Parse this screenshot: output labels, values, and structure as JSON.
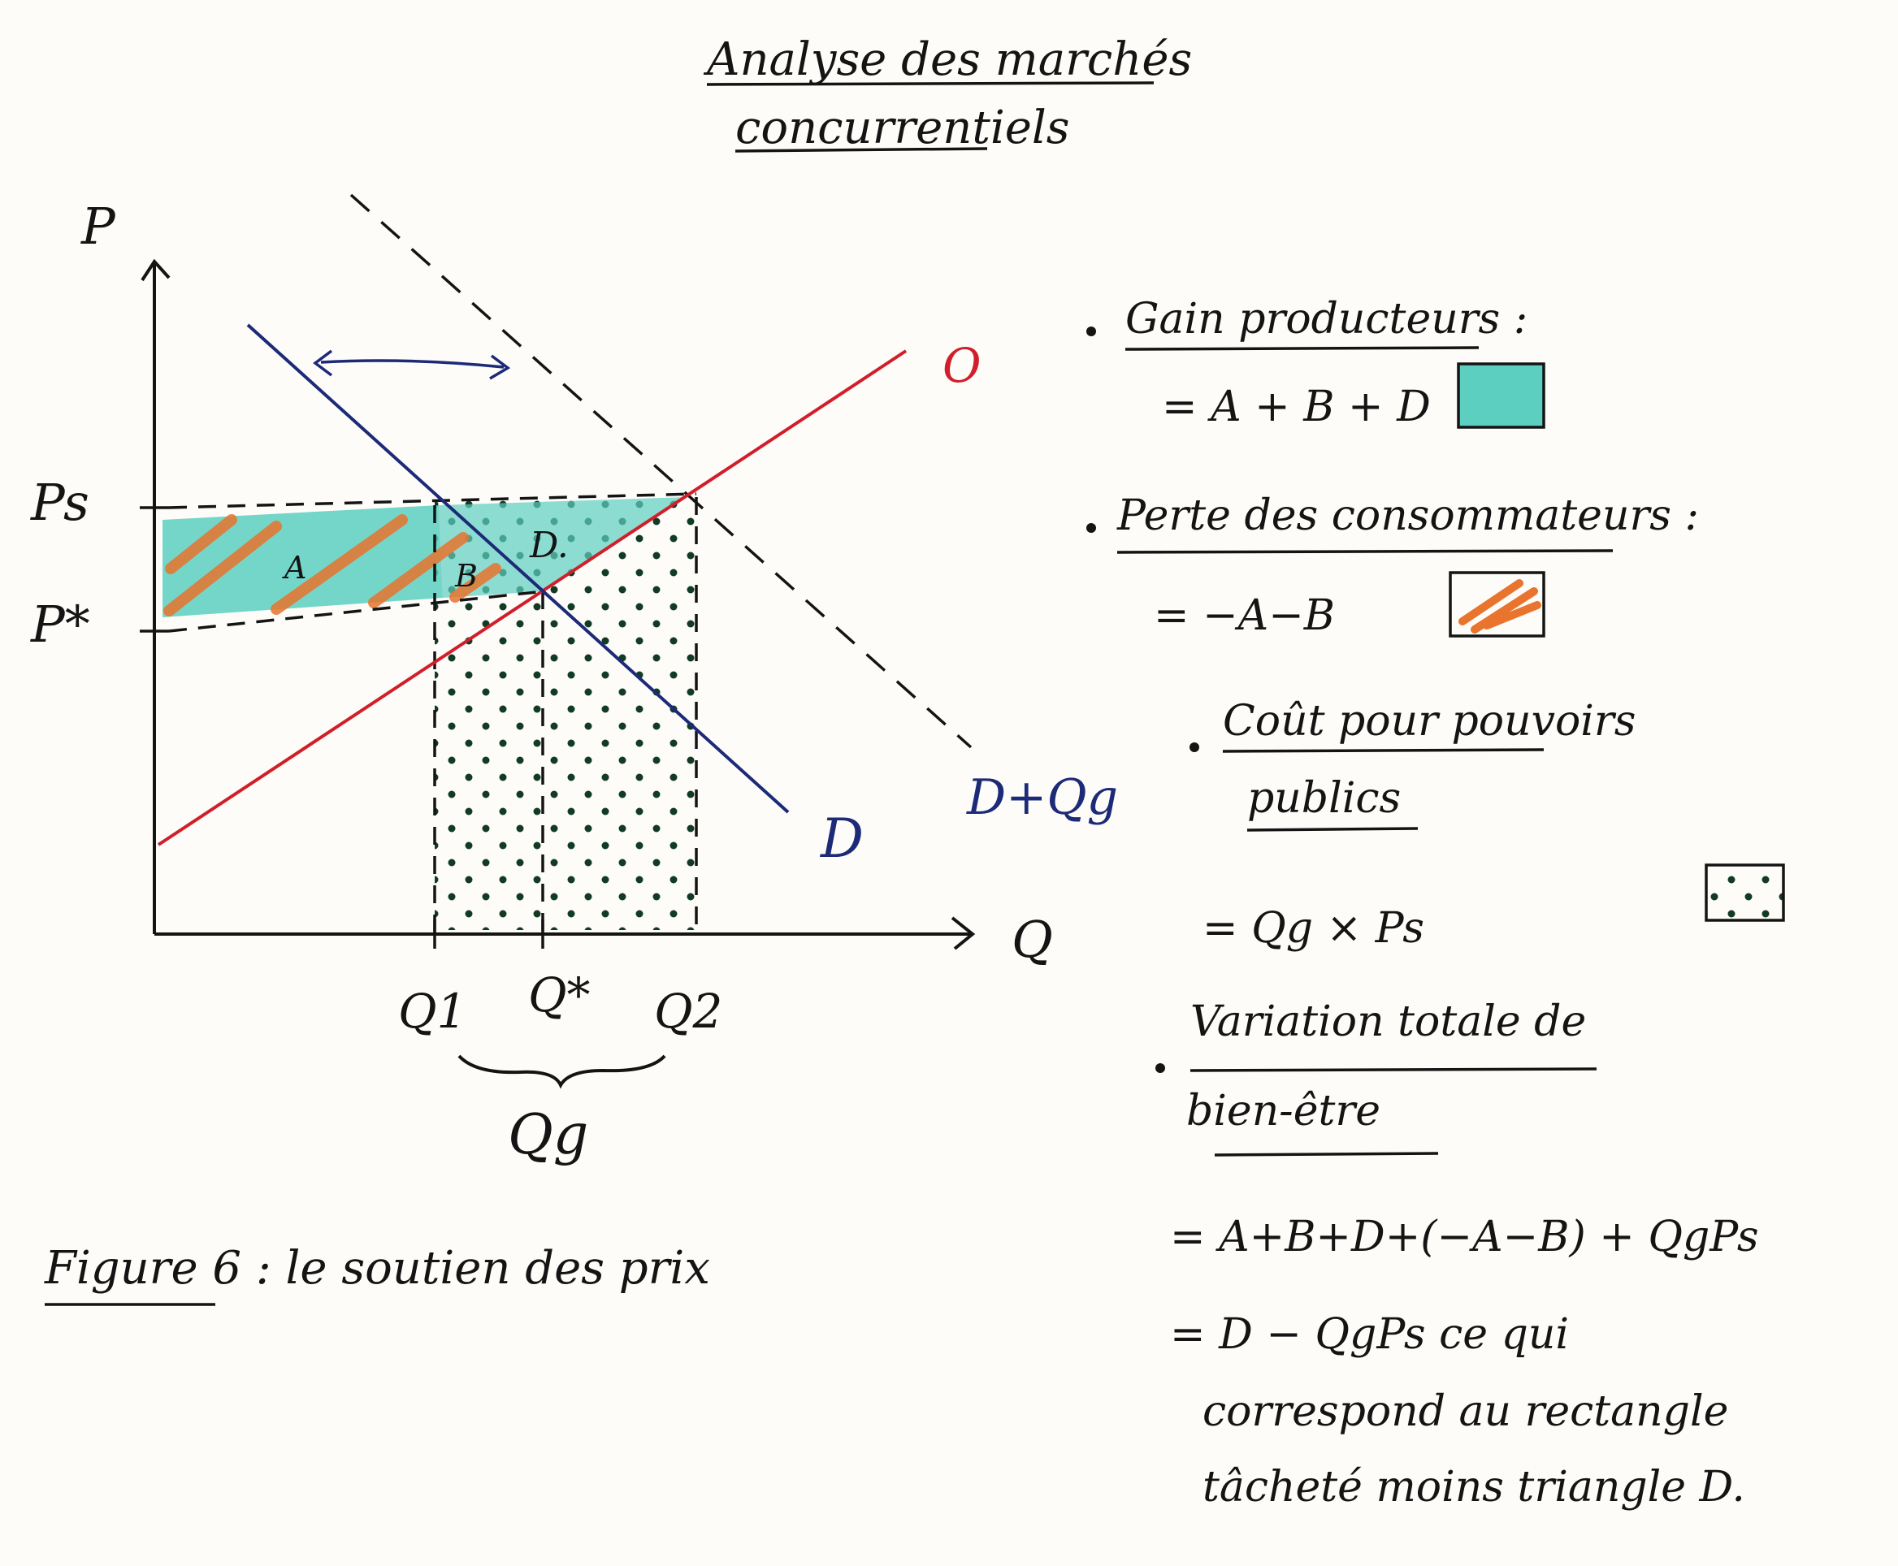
{
  "title": {
    "line1": "Analyse des marchés",
    "line2": "concurrentiels"
  },
  "axes": {
    "y_label": "P",
    "x_label": "Q",
    "price_support_label": "Ps",
    "equilibrium_price_label": "P*",
    "q1_label": "Q1",
    "qstar_label": "Q*",
    "q2_label": "Q2",
    "qg_label": "Qg"
  },
  "curves": {
    "supply_label": "O",
    "demand_label": "D",
    "shifted_demand_label": "D+Qg"
  },
  "areas": {
    "a_label": "A",
    "b_label": "B",
    "d_label": "D."
  },
  "colors": {
    "demand": "#1c2a78",
    "supply": "#d01f2a",
    "producer_gain_fill": "#5ccfc0",
    "consumer_loss_hatch": "#e8742e",
    "public_cost_dots": "#123b24"
  },
  "caption": "Figure 6 : le soutien des prix",
  "legend": {
    "producer": {
      "heading": "Gain producteurs :",
      "formula": "= A + B + D",
      "swatch": "teal-filled-box"
    },
    "consumer": {
      "heading": "Perte des consommateurs :",
      "formula": "= −A−B",
      "swatch": "orange-hatched-box"
    },
    "public": {
      "heading_line1": "Coût pour pouvoirs",
      "heading_line2": "publics",
      "formula": "= Qg × Ps",
      "swatch": "dotted-box"
    },
    "total": {
      "heading_line1": "Variation totale de",
      "heading_line2": "bien-être",
      "formula1": "= A+B+D+(−A−B) + QgPs",
      "formula2": "= D − QgPs ce qui",
      "explanation1": "correspond au rectangle",
      "explanation2": "tâcheté moins triangle D."
    }
  }
}
